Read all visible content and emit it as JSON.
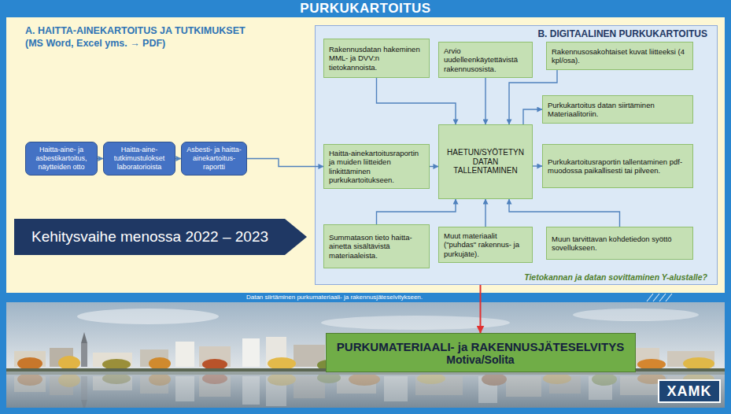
{
  "diagram": {
    "title": "PURKUKARTOITUS",
    "nodes": [
      {
        "text": [
          "A. HAITTA-AINEKARTOITUS JA TUTKIMUKSET",
          "(MS Word, Excel yms. → PDF)"
        ]
      },
      {
        "text": [
          "Haitta-aine- ja asbestikartoitus, näytteiden otto"
        ],
        "in": 0
      },
      {
        "text": [
          "Haitta-aine-tutkimustulokset laboratorioista"
        ],
        "in": 0
      },
      {
        "text": [
          "Asbesti- ja haitta-ainekartoitus-raportti"
        ],
        "in": 0
      },
      {
        "text": [
          "Kehitysvaihe menossa 2022 – 2023"
        ],
        "in": 0
      },
      {
        "text": [
          "B. DIGITAALINEN PURKUKARTOITUS",
          "Tietokannan ja datan sovittaminen Y-alustalle?"
        ],
        "in": 0
      },
      {
        "text": [
          "Rakennusdatan hakeminen MML- ja DVV:n tietokannoista."
        ],
        "in": 5
      },
      {
        "text": [
          "Arvio uudelleenkäytettävistä rakennusosista."
        ],
        "in": 5
      },
      {
        "text": [
          "Rakennusosakohtaiset kuvat liitteeksi (4 kpl/osa)."
        ],
        "in": 5
      },
      {
        "text": [
          "Purkukartoitus datan siirtäminen Materiaalitoriin."
        ],
        "in": 5
      },
      {
        "text": [
          "Haitta-ainekartoitusraportin ja muiden liitteiden linkittäminen purkukartoitukseen."
        ],
        "in": 5
      },
      {
        "text": [
          "HAETUN/SYÖTETYN DATAN TALLENTAMINEN"
        ],
        "in": 5
      },
      {
        "text": [
          "Purkukartoitusraportin tallentaminen pdf-muodossa paikallisesti tai pilveen."
        ],
        "in": 5
      },
      {
        "text": [
          "Summatason tieto haitta-ainetta sisältävistä materiaaleista."
        ],
        "in": 5
      },
      {
        "text": [
          "Muut materiaalit (\"puhdas\" rakennus- ja purkujäte)."
        ],
        "in": 5
      },
      {
        "text": [
          "Muun tarvittavan kohdetiedon syöttö sovellukseen."
        ],
        "in": 5
      },
      {
        "text": [
          "PURKUMATERIAALI- ja RAKENNUSJÄTESELVITYS",
          "Motiva/Solita"
        ]
      }
    ],
    "edges": [
      {
        "from": 1,
        "to": 2,
        "arrow": "to"
      },
      {
        "from": 2,
        "to": 3,
        "arrow": "to"
      },
      {
        "from": 3,
        "to": 10,
        "arrow": "to"
      },
      {
        "from": 6,
        "to": 11,
        "arrow": "to"
      },
      {
        "from": 7,
        "to": 11,
        "arrow": "to"
      },
      {
        "from": 8,
        "to": 11,
        "arrow": "to"
      },
      {
        "from": 10,
        "to": 11,
        "arrow": "to"
      },
      {
        "from": 11,
        "to": 9,
        "arrow": "to"
      },
      {
        "from": 11,
        "to": 12,
        "arrow": "to"
      },
      {
        "from": 13,
        "to": 11,
        "arrow": "to"
      },
      {
        "from": 14,
        "to": 11,
        "arrow": "to"
      },
      {
        "from": 15,
        "to": 11,
        "arrow": "to"
      },
      {
        "from": 5,
        "to": 16,
        "arrow": "to"
      }
    ],
    "labels": [
      "Datan siirtäminen purkumateriaali- ja rakennusjäteselvitykseen.",
      "XAMK"
    ]
  }
}
